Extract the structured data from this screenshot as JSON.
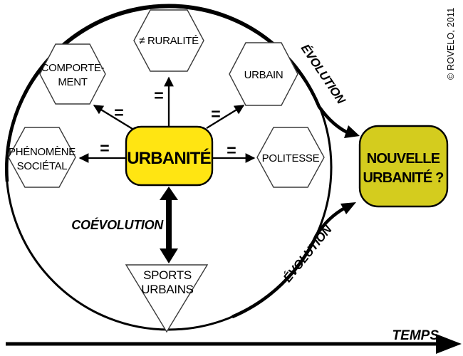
{
  "diagram": {
    "title_box": {
      "label": "URBANITÉ",
      "fill": "#FFE512"
    },
    "result_box": {
      "line1": "NOUVELLE",
      "line2": "URBANITÉ ?",
      "fill": "#D4CC1E"
    },
    "hexagons": {
      "ruralite": {
        "label": "≠ RURALITÉ"
      },
      "comportement": {
        "line1": "COMPORTE-",
        "line2": "MENT"
      },
      "urbain": {
        "label": "URBAIN"
      },
      "phenomene": {
        "line1": "PHÉNOMÈNE",
        "line2": "SOCIÉTAL"
      },
      "politesse": {
        "label": "POLITESSE"
      }
    },
    "triangle": {
      "line1": "SPORTS",
      "line2": "URBAINS"
    },
    "relation_symbol": "=",
    "labels": {
      "coevolution": "COÉVOLUTION",
      "evolution_top": "ÉVOLUTION",
      "evolution_bottom": "ÉVOLUTION",
      "temps": "TEMPS"
    },
    "copyright": "© ROVELO, 2011"
  }
}
